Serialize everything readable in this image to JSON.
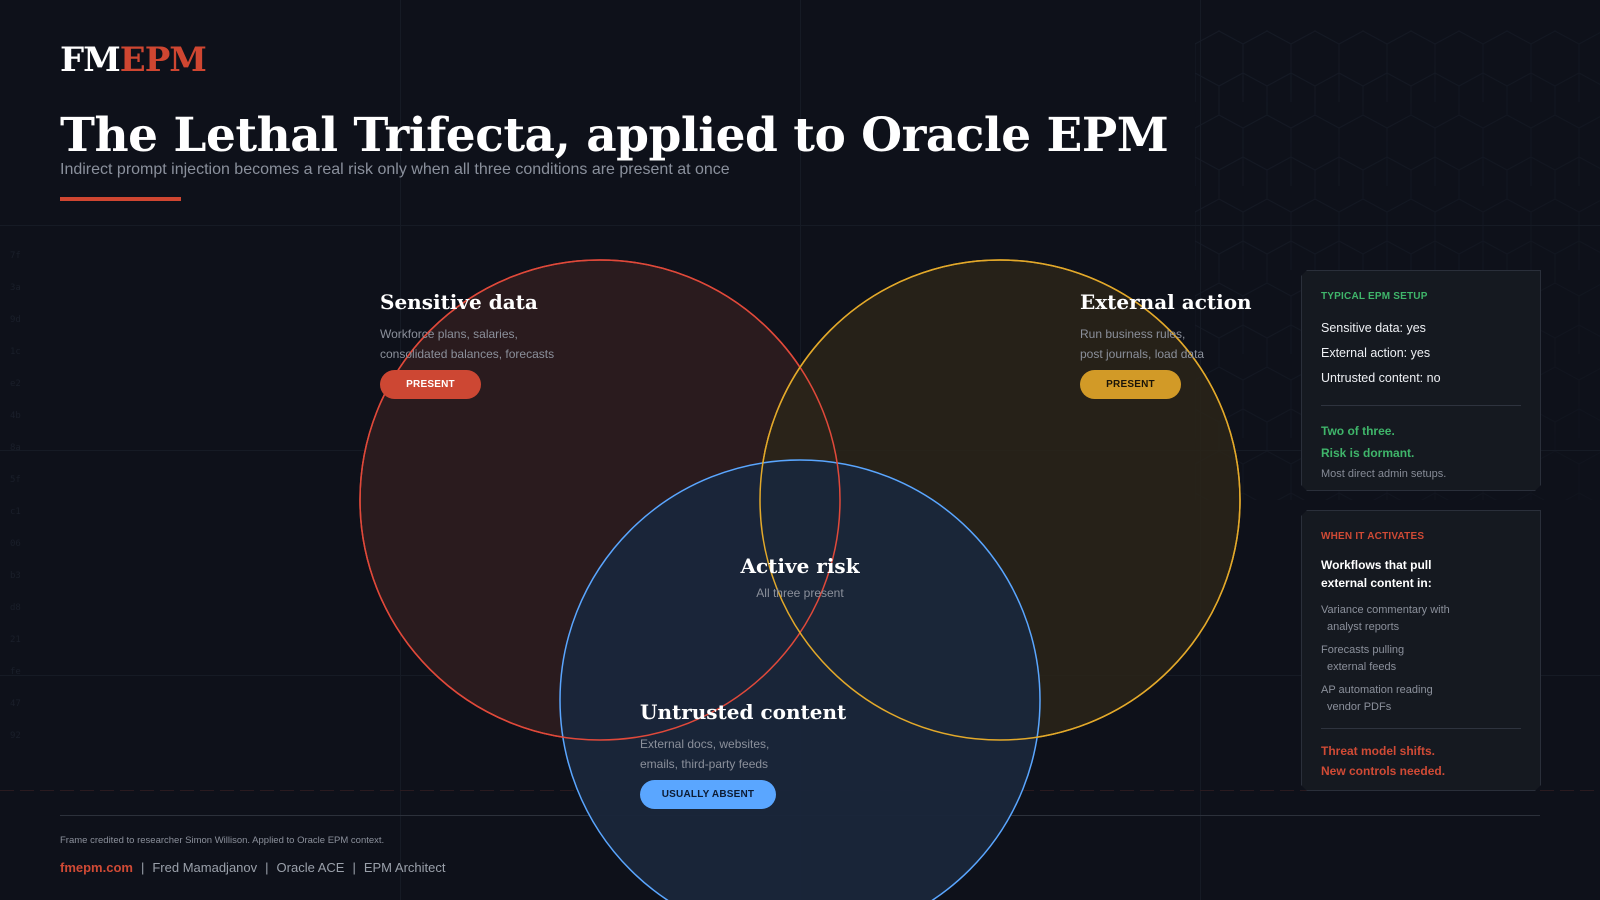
{
  "brand": {
    "logo_part1": "FM",
    "logo_part2": "EPM",
    "accent_color": "#cf4631"
  },
  "header": {
    "title": "The Lethal Trifecta, applied to Oracle EPM",
    "subtitle": "Indirect prompt injection becomes a real risk only when all three conditions are present at once"
  },
  "background": {
    "hex_codes": [
      "7f",
      "3a",
      "9d",
      "1c",
      "e2",
      "4b",
      "8a",
      "5f",
      "c1",
      "06",
      "b3",
      "d8",
      "21",
      "fe",
      "47",
      "92"
    ]
  },
  "venn": {
    "sets": [
      {
        "id": "sensitive",
        "title": "Sensitive data",
        "desc_line1": "Workforce plans, salaries,",
        "desc_line2": "consolidated balances, forecasts",
        "status": "PRESENT",
        "color": "#e0493a",
        "fill": "#2a1b1e"
      },
      {
        "id": "external",
        "title": "External action",
        "desc_line1": "Run business rules,",
        "desc_line2": "post journals, load data",
        "status": "PRESENT",
        "color": "#e3a92a",
        "fill": "#2a2519"
      },
      {
        "id": "untrusted",
        "title": "Untrusted content",
        "desc_line1": "External docs, websites,",
        "desc_line2": "emails, third-party feeds",
        "status": "USUALLY ABSENT",
        "color": "#5aa6ff",
        "fill": "#1a263a"
      }
    ],
    "center": {
      "title": "Active risk",
      "subtitle": "All three present"
    }
  },
  "panels": {
    "typical": {
      "heading": "TYPICAL EPM SETUP",
      "lines": [
        "Sensitive data: yes",
        "External action: yes",
        "Untrusted content: no"
      ],
      "verdict1": "Two of three.",
      "verdict2": "Risk is dormant.",
      "note": "Most direct admin setups."
    },
    "activates": {
      "heading": "WHEN IT ACTIVATES",
      "lead1": "Workflows that pull",
      "lead2": "external content in:",
      "items": [
        {
          "l1": "Variance commentary with",
          "l2": "analyst reports"
        },
        {
          "l1": "Forecasts pulling",
          "l2": "external feeds"
        },
        {
          "l1": "AP automation reading",
          "l2": "vendor PDFs"
        }
      ],
      "warning1": "Threat model shifts.",
      "warning2": "New controls needed."
    }
  },
  "footer": {
    "credit": "Frame credited to researcher Simon Willison. Applied to Oracle EPM context.",
    "site": "fmepm.com",
    "separator": "|",
    "author": "Fred Mamadjanov",
    "role1": "Oracle ACE",
    "role2": "EPM Architect"
  }
}
